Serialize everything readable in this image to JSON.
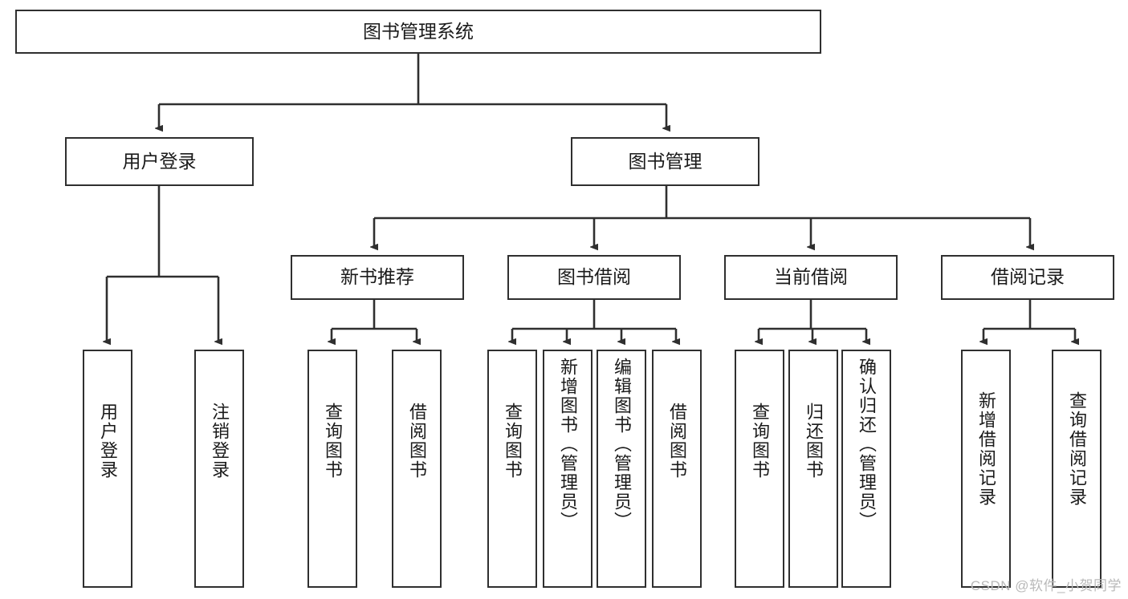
{
  "diagram": {
    "title": "图书管理系统",
    "type": "tree-hierarchy-chart",
    "colors": {
      "border": "#2f2f2f",
      "fill": "#ffffff",
      "text": "#1a1a1a",
      "watermark": "#b9b9b9"
    },
    "root": {
      "label": "图书管理系统"
    },
    "level2": [
      {
        "label": "用户登录"
      },
      {
        "label": "图书管理"
      }
    ],
    "level3": [
      {
        "label": "新书推荐"
      },
      {
        "label": "图书借阅"
      },
      {
        "label": "当前借阅"
      },
      {
        "label": "借阅记录"
      }
    ],
    "leaves": {
      "user_login": [
        {
          "label": "用户登录"
        },
        {
          "label": "注销登录"
        }
      ],
      "new_book_recommend": [
        {
          "label": "查询图书"
        },
        {
          "label": "借阅图书"
        }
      ],
      "book_borrow": [
        {
          "label": "查询图书"
        },
        {
          "label": "新增图书（管理员）"
        },
        {
          "label": "编辑图书（管理员）"
        },
        {
          "label": "借阅图书"
        }
      ],
      "current_borrow": [
        {
          "label": "查询图书"
        },
        {
          "label": "归还图书"
        },
        {
          "label": "确认归还（管理员）"
        }
      ],
      "borrow_record": [
        {
          "label": "新增借阅记录"
        },
        {
          "label": "查询借阅记录"
        }
      ]
    },
    "watermark": "CSDN @软件_小贺同学"
  }
}
